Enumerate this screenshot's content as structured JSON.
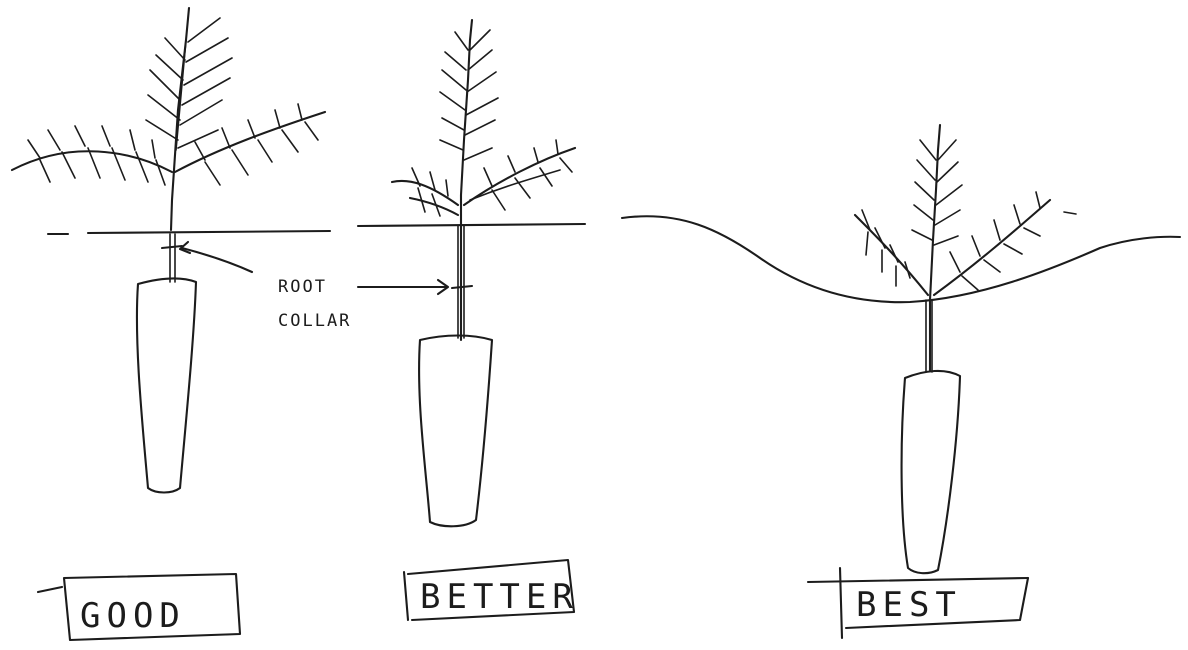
{
  "annotation": {
    "line1": "ROOT",
    "line2": "COLLAR"
  },
  "labels": {
    "good": "GOOD",
    "better": "BETTER",
    "best": "BEST"
  },
  "colors": {
    "ink": "#1c1c1c",
    "paper": "#ffffff"
  }
}
